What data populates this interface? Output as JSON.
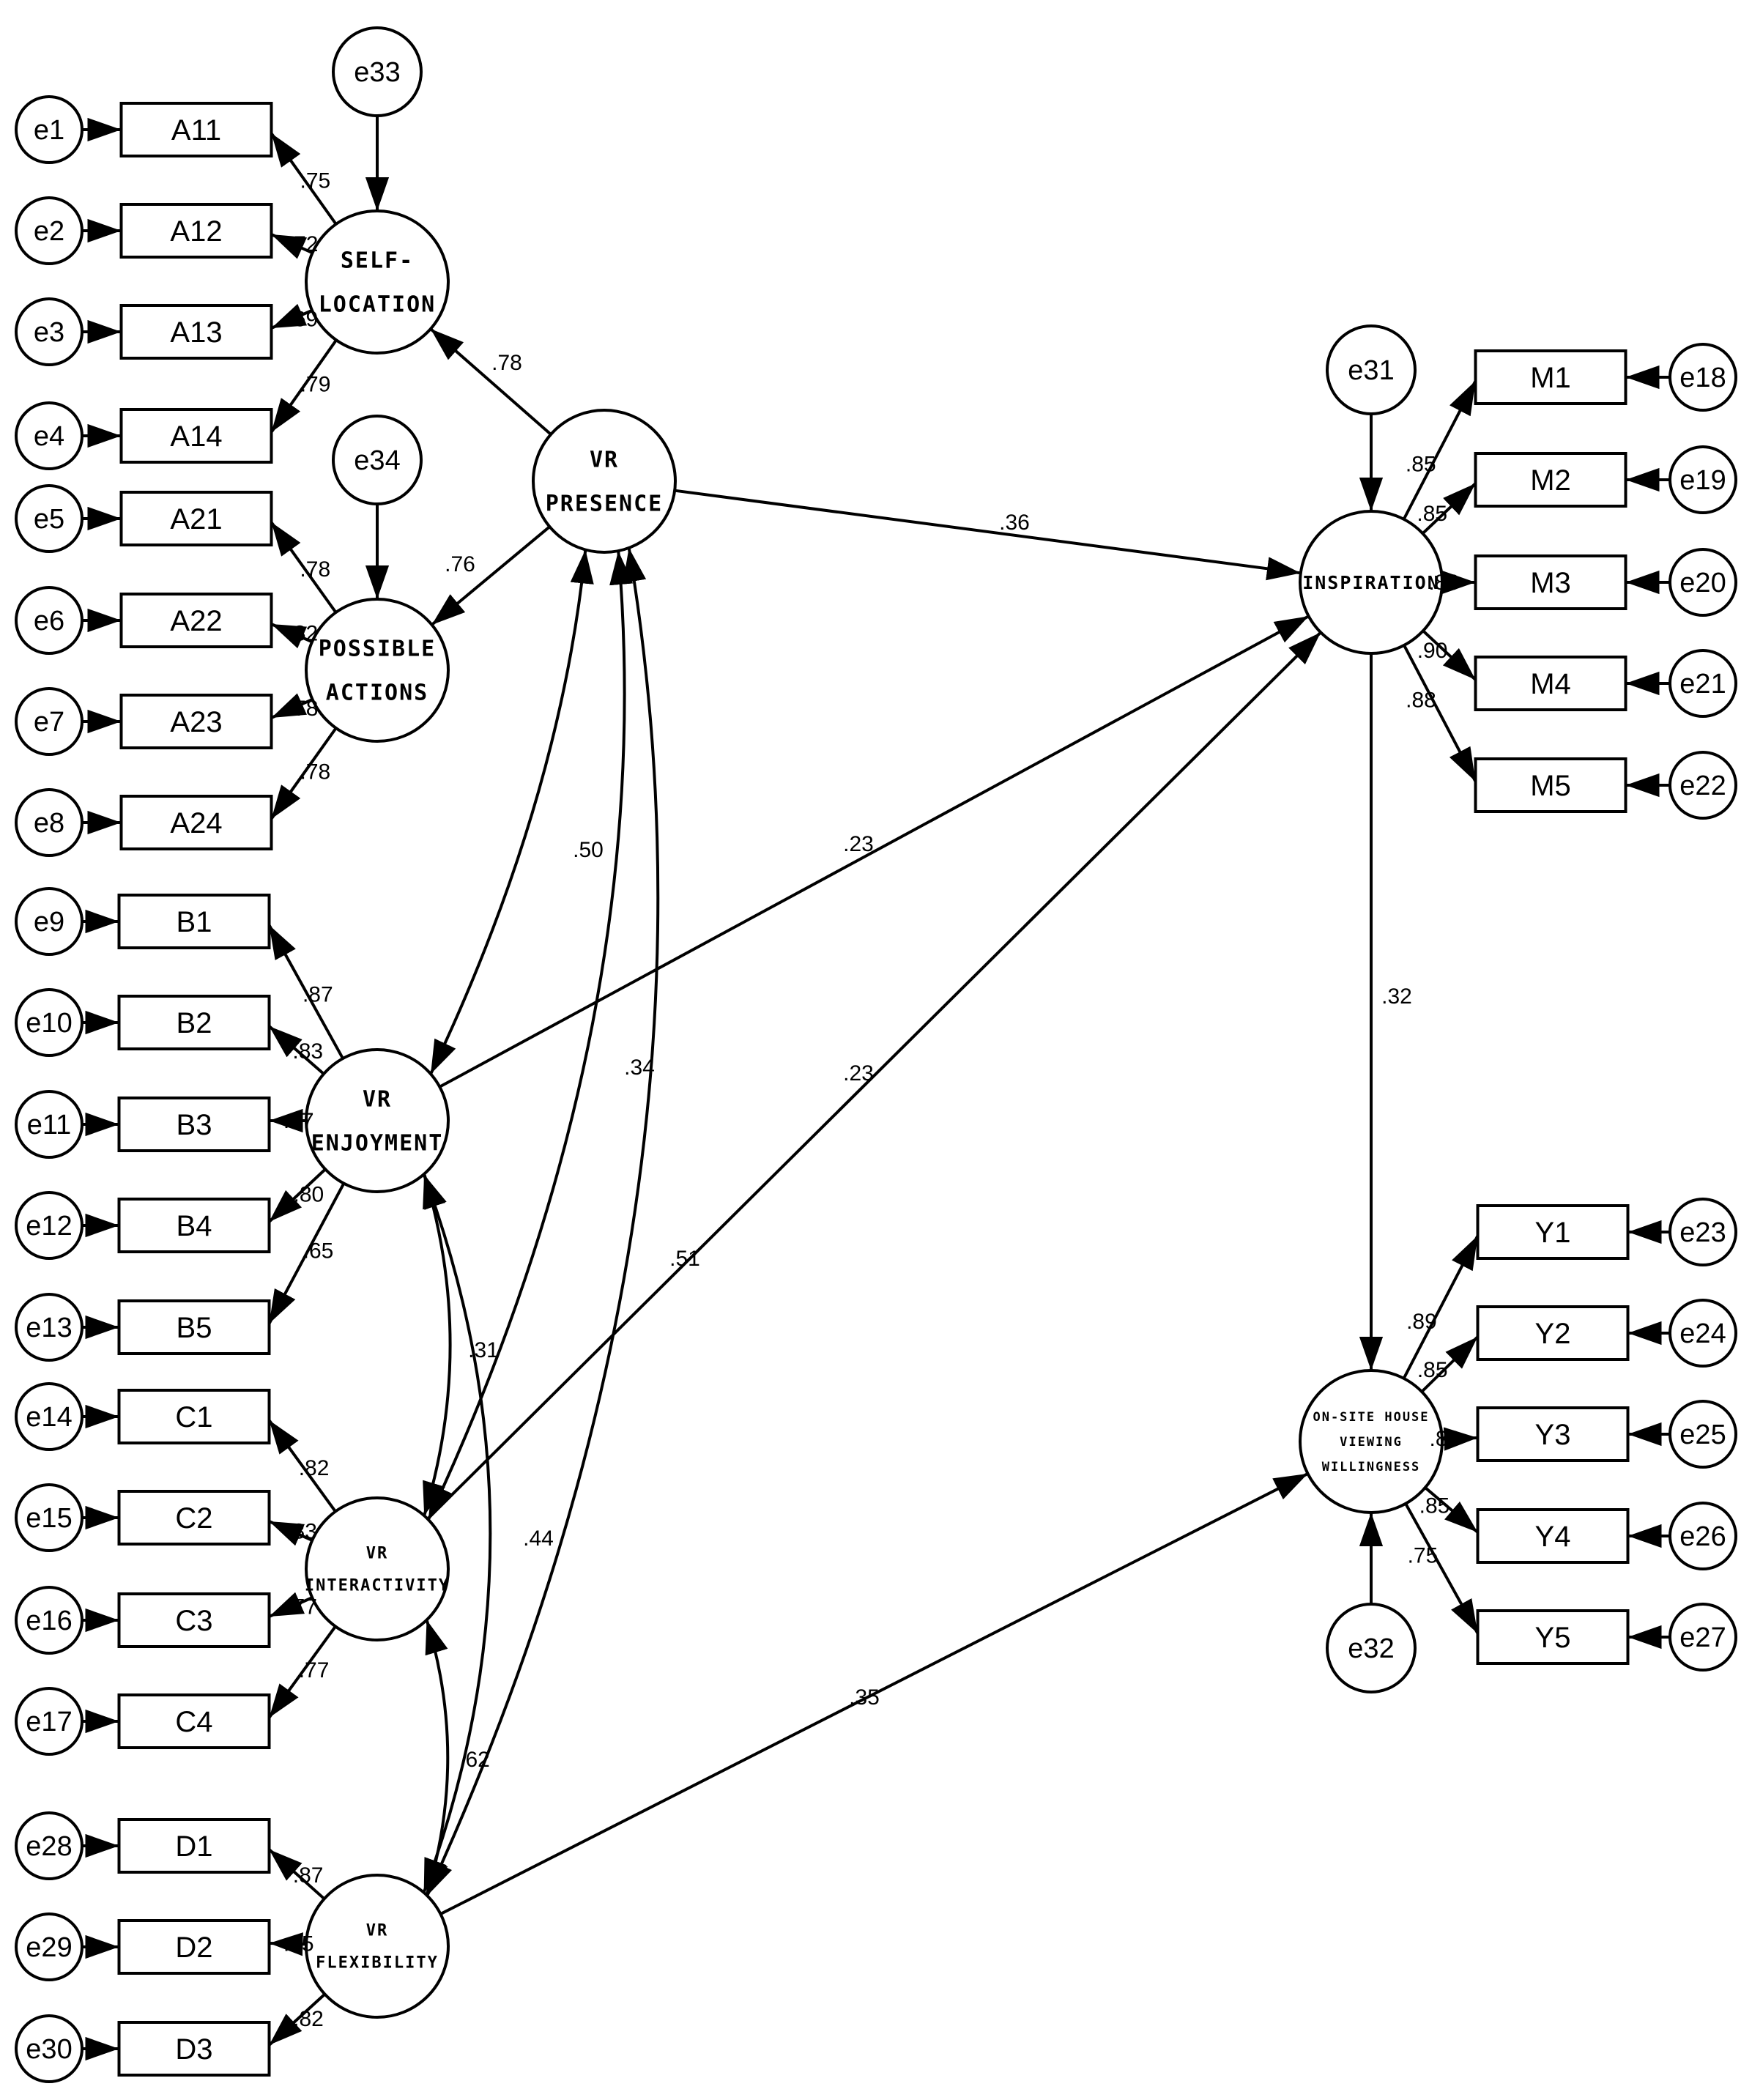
{
  "indicators": {
    "A11": "A11",
    "A12": "A12",
    "A13": "A13",
    "A14": "A14",
    "A21": "A21",
    "A22": "A22",
    "A23": "A23",
    "A24": "A24",
    "B1": "B1",
    "B2": "B2",
    "B3": "B3",
    "B4": "B4",
    "B5": "B5",
    "C1": "C1",
    "C2": "C2",
    "C3": "C3",
    "C4": "C4",
    "D1": "D1",
    "D2": "D2",
    "D3": "D3",
    "M1": "M1",
    "M2": "M2",
    "M3": "M3",
    "M4": "M4",
    "M5": "M5",
    "Y1": "Y1",
    "Y2": "Y2",
    "Y3": "Y3",
    "Y4": "Y4",
    "Y5": "Y5"
  },
  "errors": {
    "e1": "e1",
    "e2": "e2",
    "e3": "e3",
    "e4": "e4",
    "e5": "e5",
    "e6": "e6",
    "e7": "e7",
    "e8": "e8",
    "e9": "e9",
    "e10": "e10",
    "e11": "e11",
    "e12": "e12",
    "e13": "e13",
    "e14": "e14",
    "e15": "e15",
    "e16": "e16",
    "e17": "e17",
    "e18": "e18",
    "e19": "e19",
    "e20": "e20",
    "e21": "e21",
    "e22": "e22",
    "e23": "e23",
    "e24": "e24",
    "e25": "e25",
    "e26": "e26",
    "e27": "e27",
    "e28": "e28",
    "e29": "e29",
    "e30": "e30",
    "e31": "e31",
    "e32": "e32",
    "e33": "e33",
    "e34": "e34"
  },
  "latents": {
    "self_location": [
      "SELF-",
      "LOCATION"
    ],
    "possible_actions": [
      "POSSIBLE",
      "ACTIONS"
    ],
    "vr_presence": [
      "VR",
      "PRESENCE"
    ],
    "vr_enjoyment": [
      "VR",
      "ENJOYMENT"
    ],
    "vr_interactivity": [
      "VR",
      "INTERACTIVITY"
    ],
    "vr_flexibility": [
      "VR",
      "FLEXIBILITY"
    ],
    "inspiration": [
      "INSPIRATION"
    ],
    "onsite": [
      "ON-SITE HOUSE",
      "VIEWING",
      "WILLINGNESS"
    ]
  },
  "loadings": {
    "A11": ".75",
    "A12": ".72",
    "A13": ".69",
    "A14": ".79",
    "A21": ".78",
    "A22": ".82",
    "A23": ".78",
    "A24": ".78",
    "B1": ".87",
    "B2": ".83",
    "B3": ".77",
    "B4": ".80",
    "B5": ".65",
    "C1": ".82",
    "C2": ".83",
    "C3": ".77",
    "C4": ".77",
    "D1": ".87",
    "D2": ".85",
    "D3": ".82",
    "M1": ".85",
    "M2": ".85",
    "M3": ".83",
    "M4": ".90",
    "M5": ".88",
    "Y1": ".89",
    "Y2": ".85",
    "Y3": ".83",
    "Y4": ".85",
    "Y5": ".75"
  },
  "paths": {
    "presence_selfloc": ".78",
    "presence_possible": ".76",
    "presence_inspiration": ".36",
    "enjoyment_inspiration": ".23",
    "interactivity_inspiration": ".23",
    "flexibility_onsite": ".35",
    "inspiration_onsite": ".32"
  },
  "correlations": {
    "presence_enjoyment": ".50",
    "presence_interactivity": ".34",
    "presence_flexibility": ".51",
    "enjoyment_interactivity": ".31",
    "enjoyment_flexibility": ".44",
    "interactivity_flexibility": ".62"
  }
}
